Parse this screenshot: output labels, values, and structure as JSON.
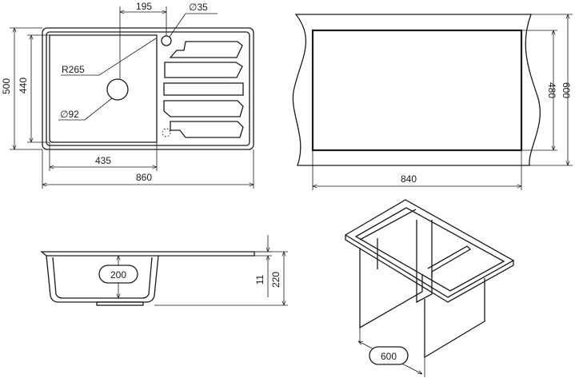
{
  "top_view": {
    "dim_drain_offset": "195",
    "dim_overflow_dia": "∅35",
    "dim_radius": "R265",
    "dim_drain_dia": "∅92",
    "dim_height_outer": "500",
    "dim_height_inner": "440",
    "dim_bowl_width": "435",
    "dim_total_width": "860"
  },
  "cabinet_view": {
    "dim_width": "840",
    "dim_height_outer": "600",
    "dim_height_inner": "480"
  },
  "side_view": {
    "dim_bowl_depth": "200",
    "dim_rim": "11",
    "dim_total_depth": "220"
  },
  "iso_view": {
    "dim_cabinet": "600"
  }
}
